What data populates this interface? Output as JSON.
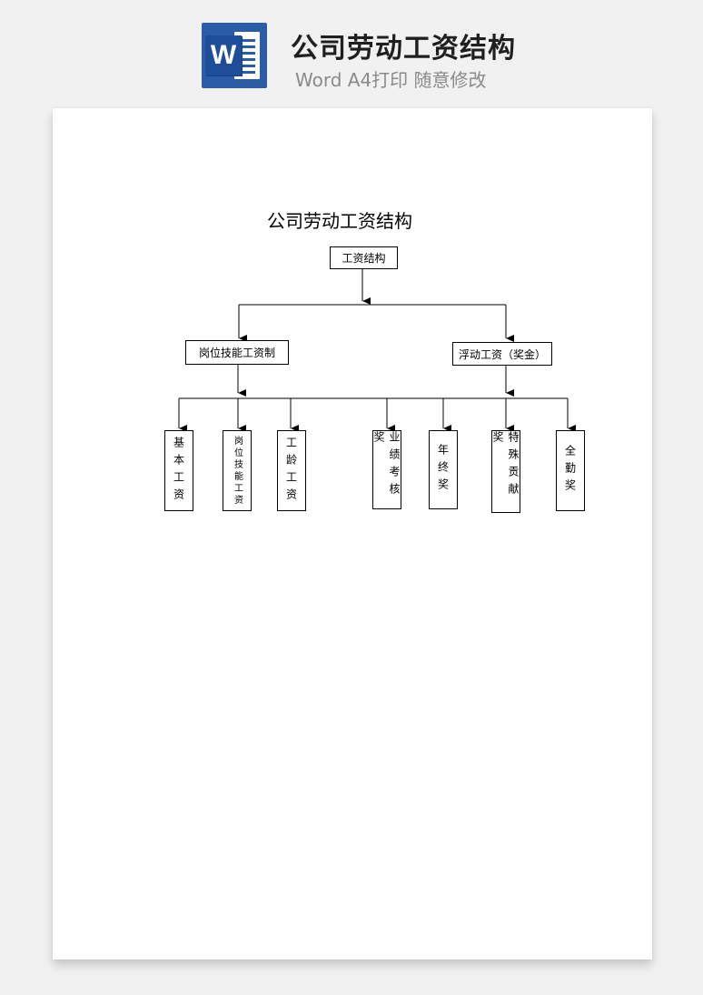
{
  "header": {
    "app_icon": "word-icon",
    "logo_letter": "W",
    "title": "公司劳动工资结构",
    "subtitle": "Word A4打印 随意修改",
    "accent_color": "#2b5ca8"
  },
  "document": {
    "title": "公司劳动工资结构",
    "root": "工资结构",
    "branches": [
      {
        "label": "岗位技能工资制",
        "children": [
          "基本工资",
          "岗位技能工资",
          "工龄工资"
        ]
      },
      {
        "label": "浮动工资（奖金）",
        "children": [
          "业绩考核奖",
          "年终奖",
          "特殊贡献奖",
          "全勤奖"
        ]
      }
    ]
  }
}
